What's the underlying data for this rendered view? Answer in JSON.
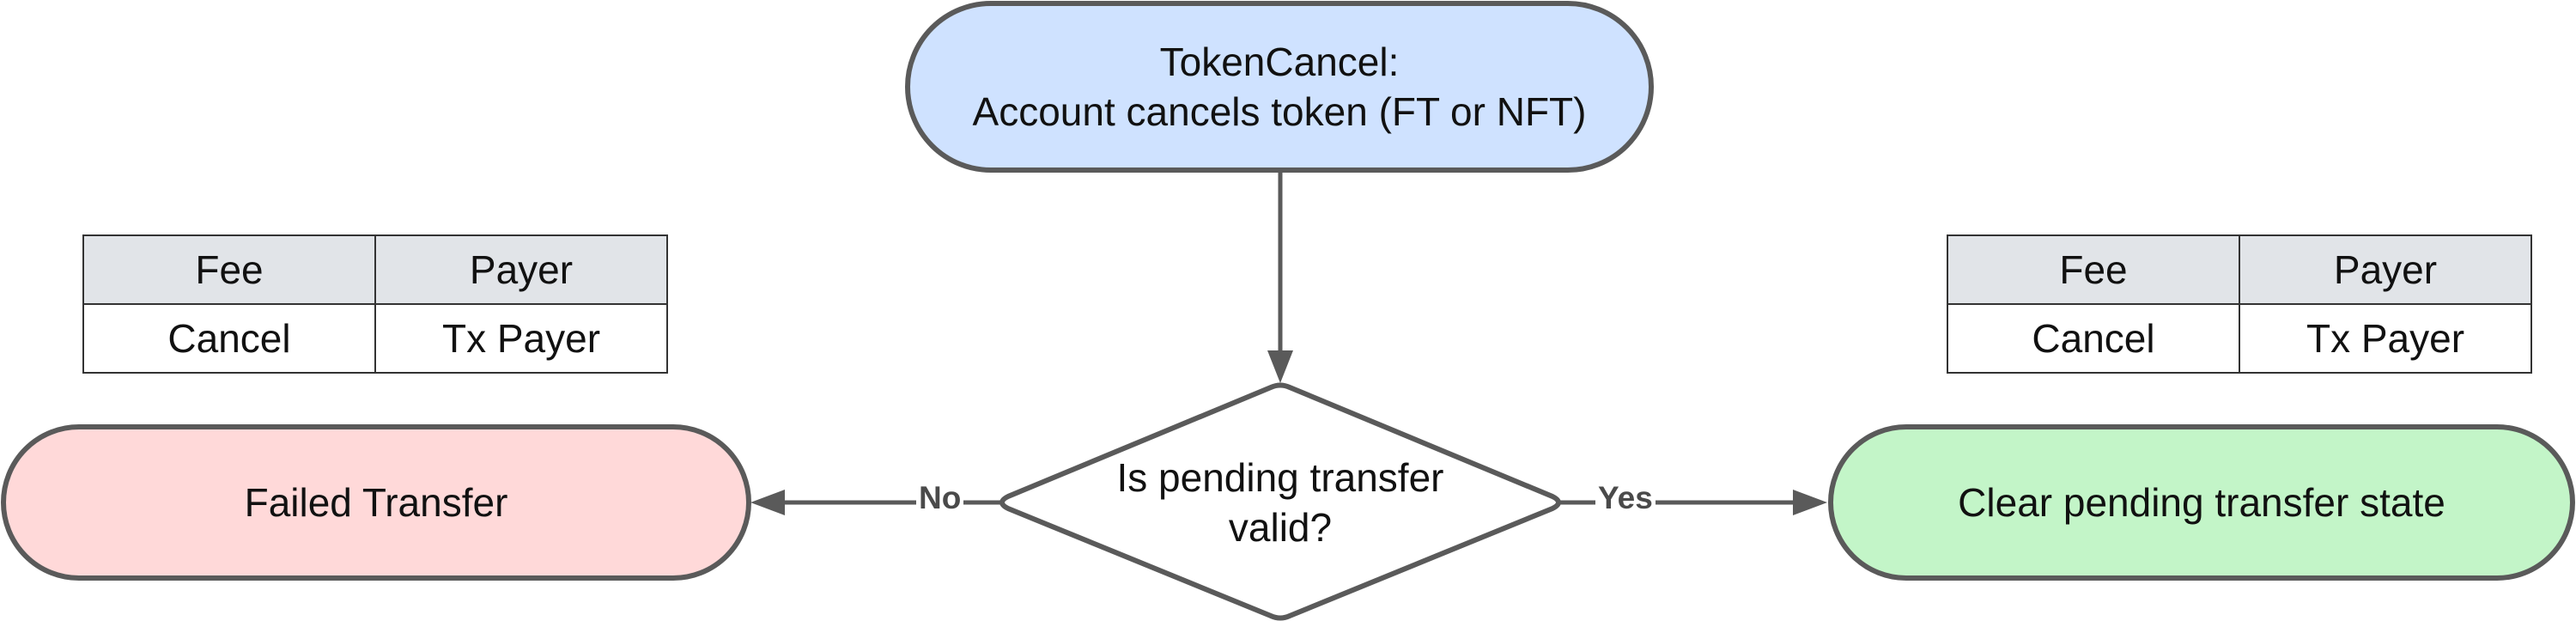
{
  "start": {
    "line1": "TokenCancel:",
    "line2": "Account cancels token (FT or NFT)",
    "fill": "#cfe2ff"
  },
  "decision": {
    "line1": "Is pending transfer",
    "line2": "valid?"
  },
  "failed": {
    "label": "Failed Transfer",
    "fill": "#ffd9d9"
  },
  "success": {
    "label": "Clear pending transfer state",
    "fill": "#c3f5c8"
  },
  "edges": {
    "no_label": "No",
    "yes_label": "Yes"
  },
  "left_table": {
    "headers": [
      "Fee",
      "Payer"
    ],
    "rows": [
      [
        "Cancel",
        "Tx Payer"
      ]
    ]
  },
  "right_table": {
    "headers": [
      "Fee",
      "Payer"
    ],
    "rows": [
      [
        "Cancel",
        "Tx Payer"
      ]
    ]
  },
  "colors": {
    "stroke": "#5a5a5a",
    "table_header": "#e1e4e8"
  }
}
